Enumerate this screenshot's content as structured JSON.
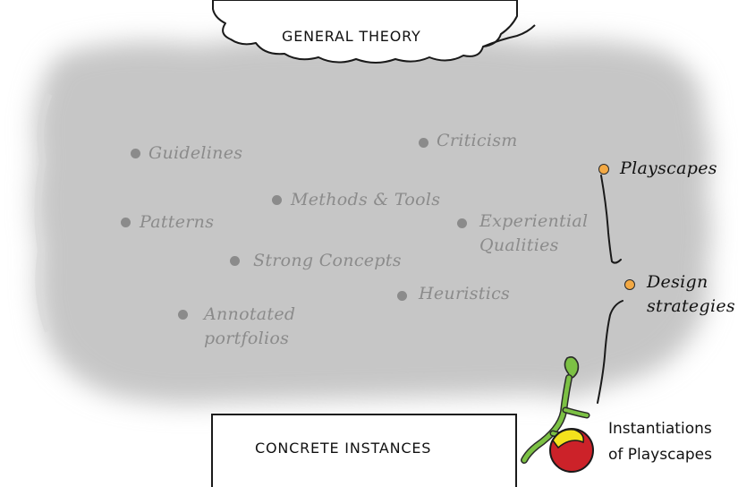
{
  "top_label": "GENERAL THEORY",
  "bottom_label": "CONCRETE INSTANCES",
  "grey_items": {
    "guidelines": "Guidelines",
    "criticism": "Criticism",
    "methods_tools": "Methods & Tools",
    "patterns": "Patterns",
    "experiential_line1": "Experiential",
    "experiential_line2": "Qualities",
    "strong_concepts": "Strong Concepts",
    "heuristics": "Heuristics",
    "annotated_line1": "Annotated",
    "annotated_line2": "portfolios"
  },
  "highlight_items": {
    "playscapes": "Playscapes",
    "design_line1": "Design",
    "design_line2": "strategies"
  },
  "instantiations": {
    "line1": "Instantiations",
    "line2": "of Playscapes"
  },
  "colors": {
    "cloud_grey": "#c6c6c6",
    "grey_text": "#8b8b8b",
    "orange_dot": "#f3a944",
    "figure_green": "#7cc144",
    "ball_red": "#cc2229",
    "ball_yellow": "#f4e21c"
  }
}
